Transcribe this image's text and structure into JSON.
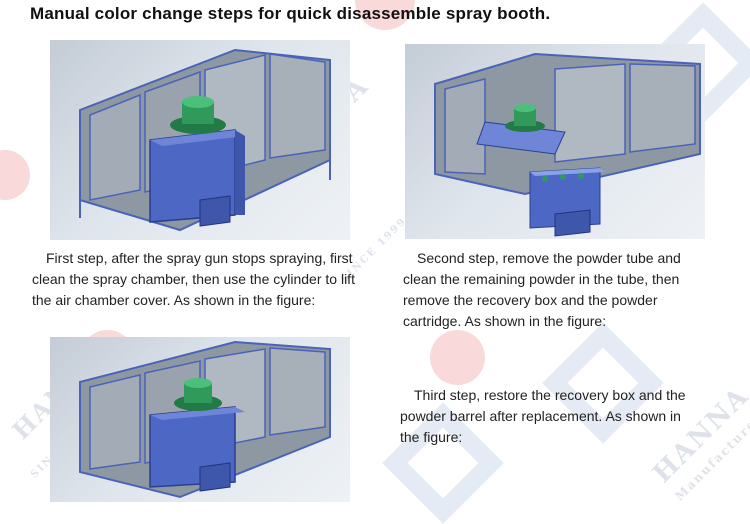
{
  "title": "Manual color change steps for quick disassemble spray booth.",
  "steps": [
    {
      "text": "First step, after the spray gun stops spraying, first clean the spray chamber, then use the cylinder to lift the air chamber cover.  As shown in the figure:"
    },
    {
      "text": "Second step, remove the powder tube and clean the remaining powder in the tube, then remove the recovery box and the powder cartridge. As shown in the figure:"
    },
    {
      "text": "Third step, restore the recovery box and the powder barrel after replacement. As shown in the figure:"
    }
  ],
  "watermark": {
    "brand": "HANNA",
    "tagline": "Manufacturer",
    "since": "SINCE 1999"
  },
  "colors": {
    "frame": "#4a63b8",
    "panel": "#9aa3ad",
    "fan": "#2f9a5a",
    "box": "#4d67c4",
    "background": "#ffffff"
  }
}
